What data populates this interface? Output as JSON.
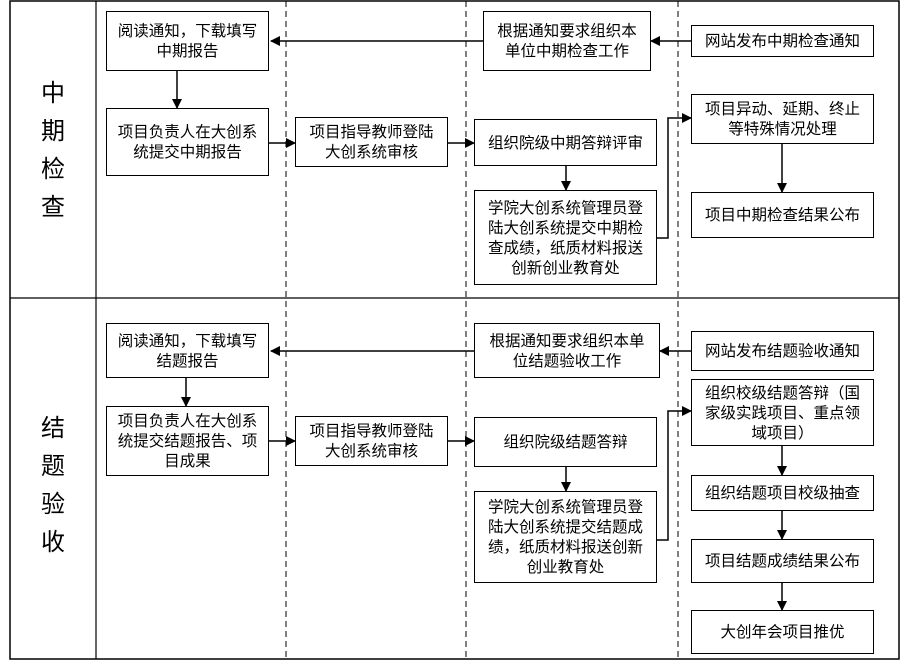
{
  "sections": [
    {
      "label": "中\n期\n检\n查",
      "boxes": {
        "read_notice": "阅读通知，下载填写\n中期报告",
        "college_org": "根据通知要求组织本\n单位中期检查工作",
        "website_notice": "网站发布中期检查通知",
        "leader_submit": "项目负责人在大创系\n统提交中期报告",
        "teacher_review": "项目指导教师登陆\n大创系统审核",
        "defense": "组织院级中期答辩评审",
        "special_cases": "项目异动、延期、终止\n等特殊情况处理",
        "admin_submit": "学院大创系统管理员登\n陆大创系统提交中期检\n查成绩，纸质材料报送\n创新创业教育处",
        "publish": "项目中期检查结果公布"
      }
    },
    {
      "label": "结\n题\n验\n收",
      "boxes": {
        "read_notice": "阅读通知，下载填写\n结题报告",
        "college_org": "根据通知要求组织本单\n位结题验收工作",
        "website_notice": "网站发布结题验收通知",
        "leader_submit": "项目负责人在大创系\n统提交结题报告、项\n目成果",
        "teacher_review": "项目指导教师登陆\n大创系统审核",
        "defense": "组织院级结题答辩",
        "school_defense": "组织校级结题答辩（国\n家级实践项目、重点领\n域项目）",
        "admin_submit": "学院大创系统管理员登\n陆大创系统提交结题成\n绩，纸质材料报送创新\n创业教育处",
        "spot_check": "组织结题项目校级抽查",
        "publish": "项目结题成绩结果公布",
        "recommend": "大创年会项目推优"
      }
    }
  ]
}
